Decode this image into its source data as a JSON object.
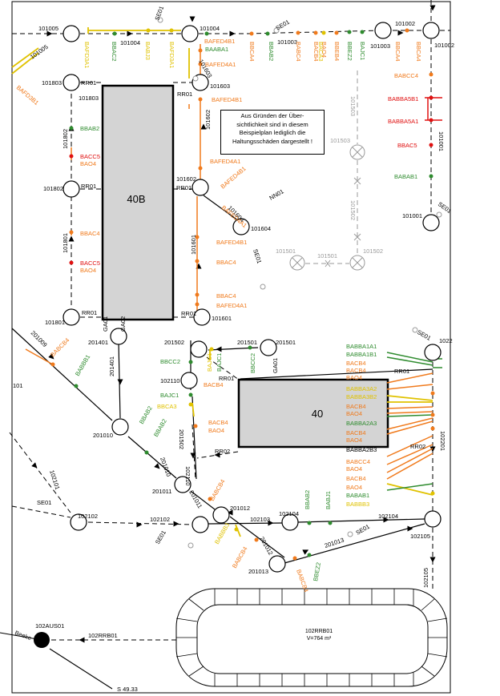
{
  "buildings": {
    "b40b": "40B",
    "b40": "40"
  },
  "note": {
    "line1": "Aus Gründen der Über-",
    "line2": "sichtlichkeit sind in diesem",
    "line3": "Beispielplan lediglich die",
    "line4": "Haltungsschäden dargestellt !"
  },
  "reservoir": {
    "name": "102RRB01",
    "volume": "V=764 m³"
  },
  "outfall": {
    "name": "102AUS01",
    "stream": "Beeke",
    "pipe": "102RRB01",
    "level": "S 49.33"
  },
  "manholes": {
    "m101005": "101005",
    "m101004": "101004",
    "m101003": "101003",
    "m101002": "101002",
    "m101002b": "101002",
    "m101803": "101803",
    "m101803b": "101803",
    "m101603": "101603",
    "m101802": "101802",
    "m101802b": "101802",
    "m101602": "101602",
    "m101604": "101604",
    "m101801": "101801",
    "m101801b": "101801",
    "m101601": "101601",
    "m101601b": "101601",
    "m101001": "101001",
    "m101001b": "101001",
    "m101503": "101503",
    "m101502": "101502",
    "m101502b": "101502",
    "m101501": "101501",
    "m101501b": "101501",
    "m201502": "201502",
    "m201501": "201501",
    "m201401": "201401",
    "m201401b": "201401",
    "m102110": "102110",
    "m201010": "201010",
    "m201010b": "201010",
    "m201011": "201011",
    "m201011b": "201011",
    "m201012": "201012",
    "m201012b": "201012",
    "m201013": "201013",
    "m201013b": "201013",
    "m201009": "201009",
    "m201502b": "201502",
    "m102110b": "102110",
    "m102102": "102102",
    "m102102b": "102102",
    "m102103": "102103",
    "m102104": "102104",
    "m102104b": "102104",
    "m102105": "102105",
    "m102105b": "102105",
    "m102201": "102201",
    "m102101": "102101",
    "m1022": "1022",
    "m101": "101",
    "m101003b": "101003",
    "m101004b": "101004"
  },
  "codes": {
    "rr01": "RR01",
    "rr02": "RR02",
    "ga01": "GA01",
    "ga02": "GA02",
    "se01": "SE01",
    "nn01": "NN01",
    "baaba1": "BAABA1",
    "bafed4b1": "BAFED4B1",
    "bafed4a1": "BAFED4A1",
    "bafd3a1": "BAFD3A1",
    "bafd3b1": "BAFD3B1",
    "bafd3a1b": "BAFD3A1",
    "bbac2": "BBAC2",
    "babj3": "BABJ3",
    "bbca4": "BBCA4",
    "bbab2": "BBAB2",
    "babc4": "BABC4",
    "bacb4": "BACB4",
    "bao4": "BAO4",
    "baca3": "BACA3",
    "bbeb4": "BBEB4",
    "bbez2": "BBEZ2",
    "bajc1": "BAJC1",
    "babcc4": "BABCC4",
    "babba5b1": "BABBA5B1",
    "babba5a1": "BABBA5A1",
    "bbac5": "BBAC5",
    "babab1": "BABAB1",
    "bacc5": "BACC5",
    "bbab2b": "BBAB2",
    "bbac4": "BBAC4",
    "bacc5b": "BACC5",
    "bao4b": "BAO4",
    "bao4c": "BAO4",
    "bafed4a1b": "BAFED4A1",
    "bafed4b1b": "BAFED4B1",
    "bafed4b1c": "BAFED4B1",
    "bbac4b": "BBAC4",
    "bbac4c": "BBAC4",
    "bafed4a1c": "BAFED4A1",
    "bafed4a1d": "BAFED4A1",
    "babcb4": "BABCB4",
    "babbb1": "BABBB1",
    "bbcc2": "BBCC2",
    "bajc1b": "BAJC1",
    "bbca3": "BBCA3",
    "bbcc2b": "BBCC2",
    "bacb4b": "BACB4",
    "bacb4c": "BACB4",
    "bao4d": "BAO4",
    "bbab2c": "BBAB2",
    "babcb4b": "BABCB4",
    "babbb3": "BABBB3",
    "babcb4c": "BABCB4",
    "bbez2b": "BBEZ2",
    "bbab2d": "BBAB2",
    "babj1": "BABJ1",
    "babba1a1": "BABBA1A1",
    "babba1b1": "BABBA1B1",
    "bacb4d": "BACB4",
    "bacb4e": "BACB4",
    "bao4e": "BAO4",
    "babba3a2": "BABBA3A2",
    "babba3b2": "BABBA3B2",
    "bacb4f": "BACB4",
    "bao4f": "BAO4",
    "babba2a3": "BABBA2A3",
    "bacb4g": "BACB4",
    "bao4g": "BAO4",
    "babba2b3": "BABBA2B3",
    "babcc4b": "BABCC4",
    "bao4h": "BAO4",
    "bacb4h": "BACB4",
    "bao4i": "BAO4",
    "babab1b": "BABAB1",
    "babbb3b": "BABBB3"
  },
  "colors": {
    "orange": "#f07a1c",
    "green": "#2e8b2e",
    "yellow": "#e0c200",
    "red": "#e01010",
    "gray": "#9a9a9a",
    "black": "#000000",
    "building": "#d4d4d4"
  }
}
